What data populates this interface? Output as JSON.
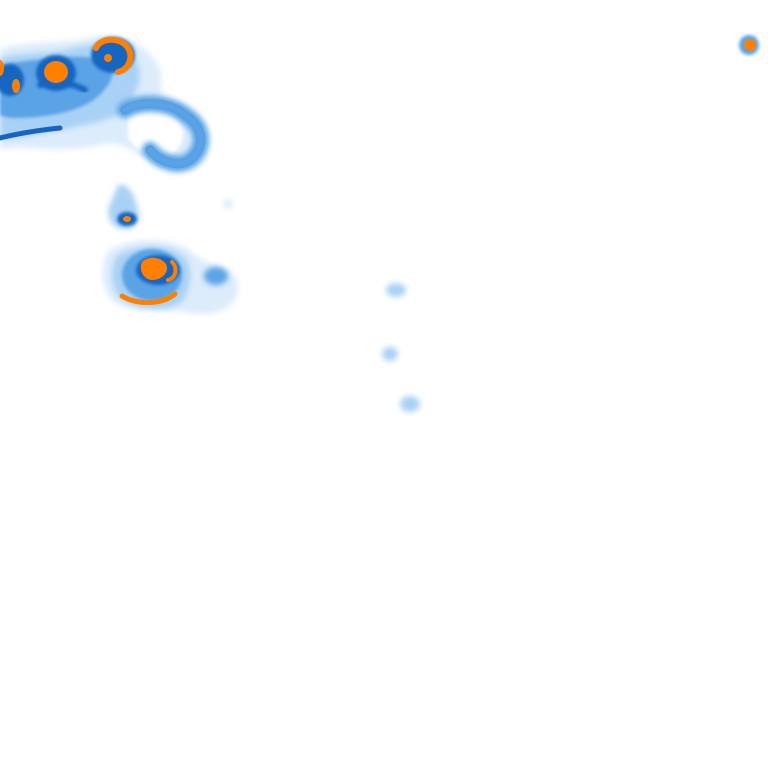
{
  "map": {
    "layer": "precipitation-intensity-tile",
    "colors": {
      "background": "#ffffff",
      "level_1": "#dcecfb",
      "level_2": "#a9d1f5",
      "level_3": "#5aa3e6",
      "level_4": "#1565c0",
      "level_5": "#ff8000"
    },
    "cells": [
      {
        "name": "cluster-northwest-cell-1",
        "intensity": 5
      },
      {
        "name": "cluster-northwest-cell-2",
        "intensity": 5
      },
      {
        "name": "cluster-northwest-cell-3",
        "intensity": 5
      },
      {
        "name": "cluster-northwest-band",
        "intensity": 4
      },
      {
        "name": "cluster-loop-east",
        "intensity": 4
      },
      {
        "name": "cell-small-west",
        "intensity": 5
      },
      {
        "name": "cell-central-west",
        "intensity": 5
      },
      {
        "name": "cell-east-isolated",
        "intensity": 5
      },
      {
        "name": "scatter-light-1",
        "intensity": 2
      },
      {
        "name": "scatter-light-2",
        "intensity": 2
      },
      {
        "name": "scatter-light-3",
        "intensity": 2
      }
    ]
  }
}
